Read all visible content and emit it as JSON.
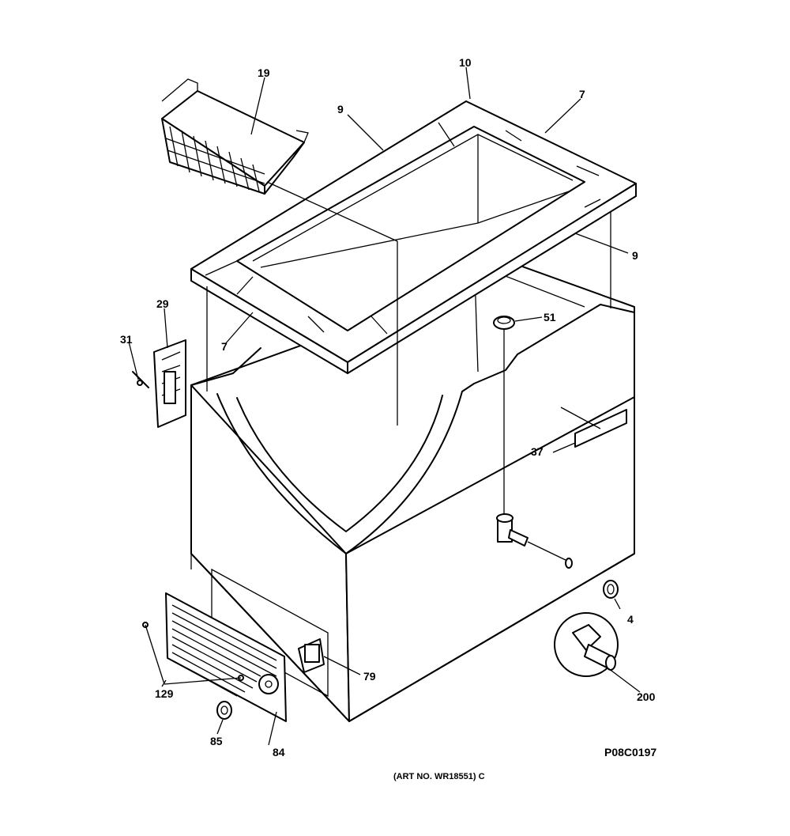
{
  "callouts": {
    "c19": "19",
    "c10": "10",
    "c7a": "7",
    "c9a": "9",
    "c9b": "9",
    "c29": "29",
    "c31": "31",
    "c7b": "7",
    "c51": "51",
    "c37": "37",
    "c4": "4",
    "c79": "79",
    "c200": "200",
    "c129": "129",
    "c85": "85",
    "c84": "84"
  },
  "footer": {
    "drawing_code": "P08C0197",
    "art_number": "(ART NO. WR18551)  C"
  }
}
